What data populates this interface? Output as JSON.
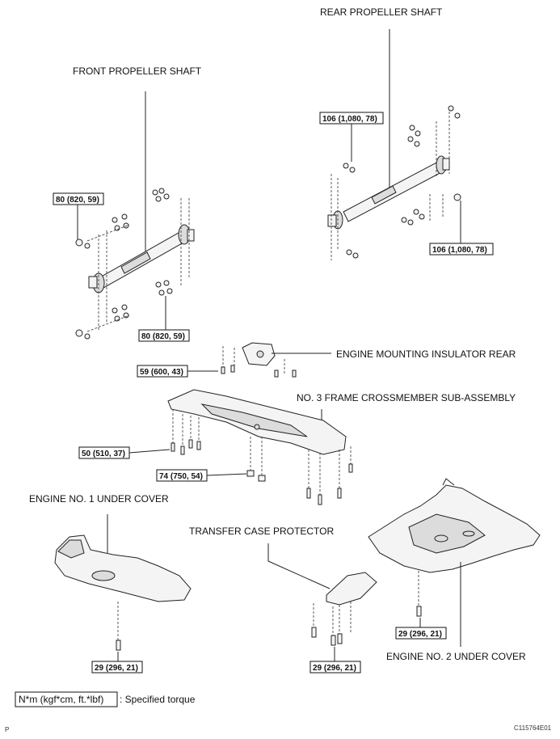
{
  "labels": {
    "rear_propeller_shaft": "REAR PROPELLER SHAFT",
    "front_propeller_shaft": "FRONT PROPELLER SHAFT",
    "engine_mounting_insulator_rear": "ENGINE MOUNTING INSULATOR REAR",
    "no3_frame_crossmember": "NO. 3 FRAME CROSSMEMBER SUB-ASSEMBLY",
    "engine_no1_under_cover": "ENGINE NO. 1 UNDER COVER",
    "transfer_case_protector": "TRANSFER CASE PROTECTOR",
    "engine_no2_under_cover": "ENGINE NO. 2 UNDER COVER"
  },
  "torques": {
    "rear_top": "106 (1,080, 78)",
    "rear_bottom": "106 (1,080, 78)",
    "front_left": "80 (820, 59)",
    "front_right": "80 (820, 59)",
    "insulator": "59 (600, 43)",
    "crossmember_left": "50 (510, 37)",
    "crossmember_nut": "74 (750, 54)",
    "no1_cover": "29 (296, 21)",
    "protector": "29 (296, 21)",
    "no2_cover": "29 (296, 21)"
  },
  "legend": {
    "unit_box": "N*m (kgf*cm, ft.*lbf)",
    "text": ": Specified torque"
  },
  "footer": {
    "page_mark": "P",
    "figure_code": "C115764E01"
  }
}
